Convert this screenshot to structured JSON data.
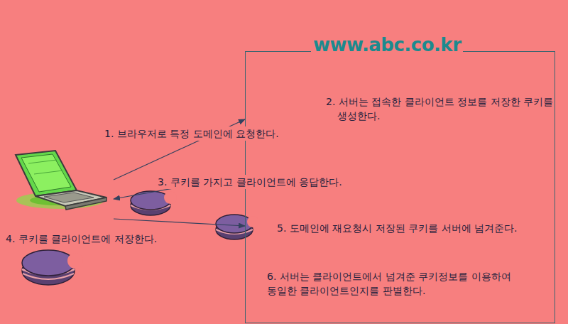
{
  "diagram": {
    "nodes": [
      {
        "text": [
          "www.abc.co.kr",
          "2. 서버는 접속한 클라이언트 정보를 저장한 쿠키를 생성한다.",
          "6. 서버는 클라이언트에서 넘겨준 쿠키정보를 이용하여 동일한 클라이언트인지를 판별한다."
        ]
      },
      {
        "text": [
          "4. 쿠키를 클라이언트에 저장한다."
        ]
      }
    ],
    "edges": [
      {
        "from": 1,
        "to": 0,
        "arrow": "to",
        "label": "1. 브라우저로 특정 도메인에 요청한다."
      },
      {
        "from": 0,
        "to": 1,
        "arrow": "to",
        "label": "3. 쿠키를 가지고 클라이언트에 응답한다."
      },
      {
        "from": 1,
        "to": 0,
        "arrow": "to",
        "label": "5. 도메인에 재요청시 저장된 쿠키를 서버에 넘겨준다."
      }
    ]
  }
}
